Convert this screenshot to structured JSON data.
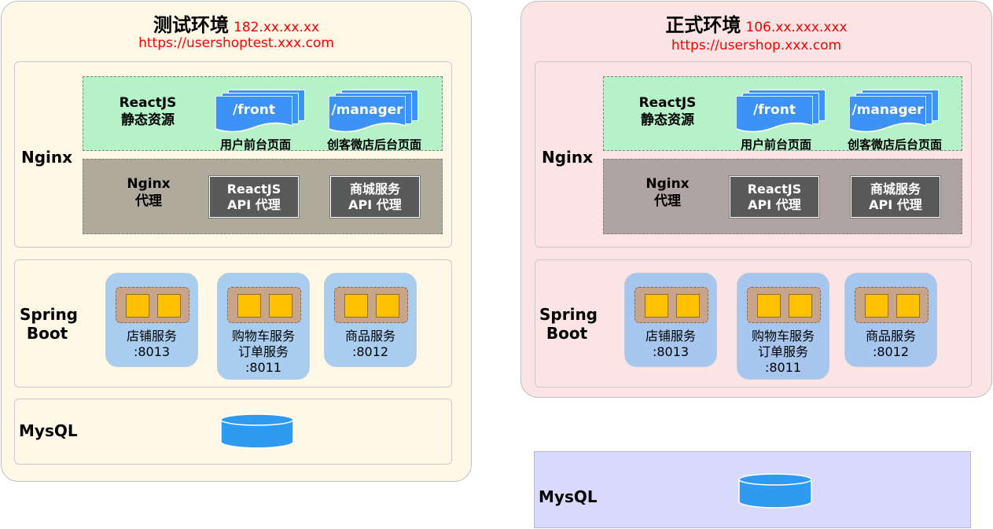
{
  "test_env": {
    "name": "测试环境",
    "ip": "182.xx.xx.xx",
    "url": "https://usershoptest.xxx.com",
    "nginx": {
      "label": "Nginx",
      "static": {
        "label_line1": "ReactJS",
        "label_line2": "静态资源",
        "docs": [
          {
            "path": "/front",
            "caption": "用户前台页面"
          },
          {
            "path": "/manager",
            "caption": "创客微店后台页面"
          }
        ]
      },
      "proxy": {
        "label_line1": "Nginx",
        "label_line2": "代理",
        "apis": [
          {
            "line1": "ReactJS",
            "line2": "API 代理"
          },
          {
            "line1": "商城服务",
            "line2": "API 代理"
          }
        ]
      }
    },
    "spring": {
      "label_line1": "Spring",
      "label_line2": "Boot",
      "services": [
        {
          "line1": "店铺服务",
          "line2": ":8013",
          "line3": ""
        },
        {
          "line1": "购物车服务",
          "line2": "订单服务",
          "line3": ":8011"
        },
        {
          "line1": "商品服务",
          "line2": ":8012",
          "line3": ""
        }
      ]
    },
    "mysql": {
      "label": "MysQL"
    }
  },
  "prod_env": {
    "name": "正式环境",
    "ip": "106.xx.xxx.xxx",
    "url": "https://usershop.xxx.com",
    "nginx": {
      "label": "Nginx",
      "static": {
        "label_line1": "ReactJS",
        "label_line2": "静态资源",
        "docs": [
          {
            "path": "/front",
            "caption": "用户前台页面"
          },
          {
            "path": "/manager",
            "caption": "创客微店后台页面"
          }
        ]
      },
      "proxy": {
        "label_line1": "Nginx",
        "label_line2": "代理",
        "apis": [
          {
            "line1": "ReactJS",
            "line2": "API 代理"
          },
          {
            "line1": "商城服务",
            "line2": "API 代理"
          }
        ]
      }
    },
    "spring": {
      "label_line1": "Spring",
      "label_line2": "Boot",
      "services": [
        {
          "line1": "店铺服务",
          "line2": ":8013",
          "line3": ""
        },
        {
          "line1": "购物车服务",
          "line2": "订单服务",
          "line3": ":8011"
        },
        {
          "line1": "商品服务",
          "line2": ":8012",
          "line3": ""
        }
      ]
    },
    "mysql": {
      "label": "MysQL"
    }
  },
  "colors": {
    "test_bg": "#fff8e6",
    "prod_bg": "#fde4e4",
    "static_bg": "#b6f2c8",
    "doc_blue": "#3d93f5",
    "api_gray": "#595959",
    "service_blue": "#a8cdee",
    "chip_yellow": "#ffc000",
    "db_blue": "#2f9af2",
    "mysql_prod_bg": "#d9d9fb",
    "accent_red": "#ff0000"
  },
  "icons": {
    "doc": "document-stack-icon",
    "db": "database-cylinder-icon",
    "chip": "module-chip-icon"
  }
}
